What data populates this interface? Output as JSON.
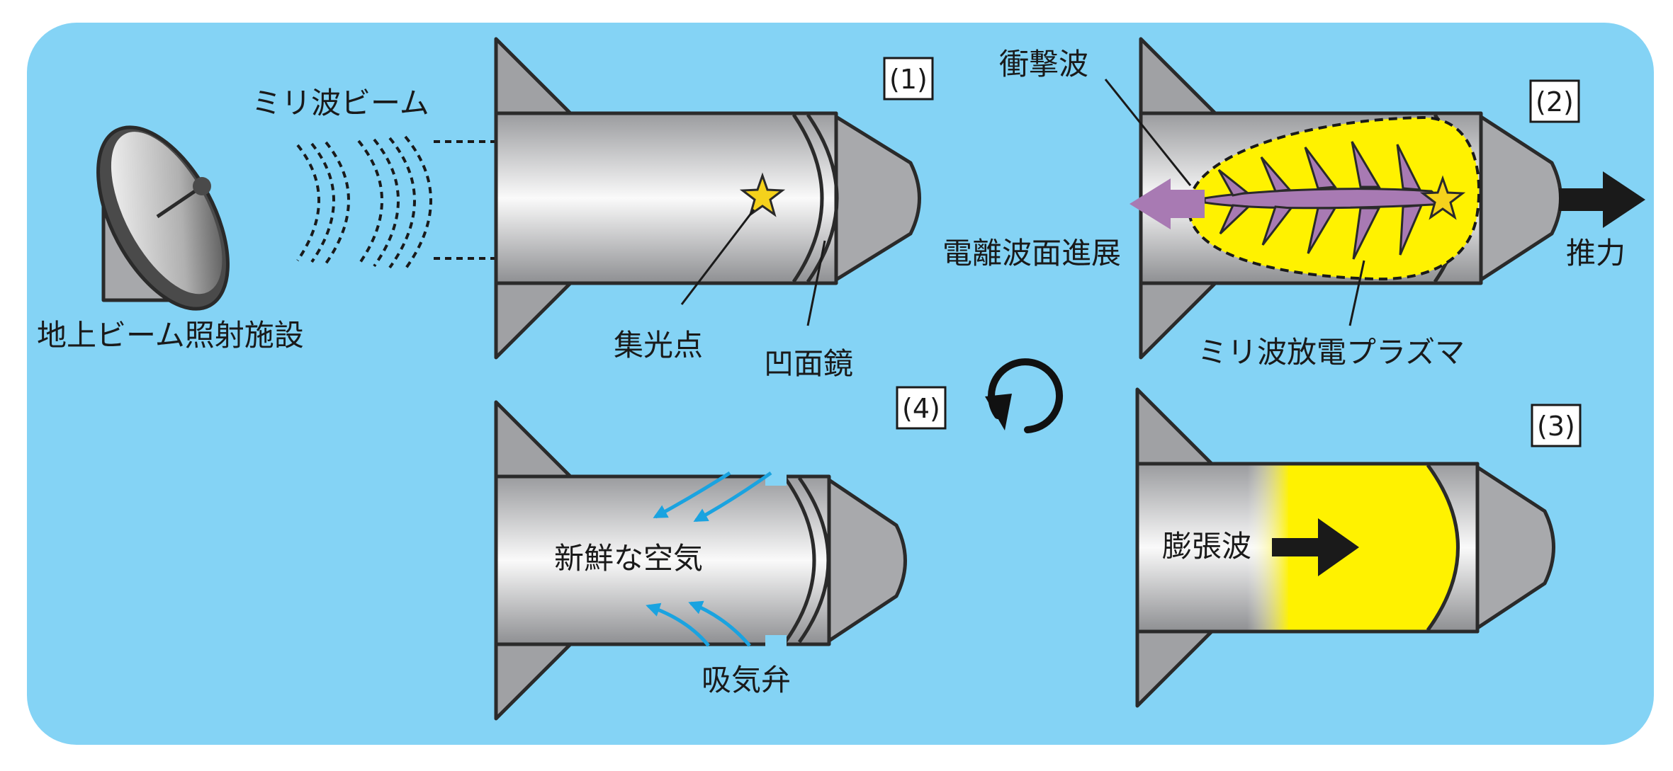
{
  "colors": {
    "background": "#84d3f5",
    "body_metal": "#c8c8c8",
    "fin": "#a0a1a4",
    "nose": "#a8a9ac",
    "plasma_glow": "#fff200",
    "plasma_filament": "#a87ab3",
    "ionization_arrow": "#a87ab3",
    "thrust_arrow": "#1a1a1a",
    "intake_arrow": "#1aa3e0",
    "focus_star": "#f5d21c"
  },
  "labels": {
    "beam": "ミリ波ビーム",
    "facility": "地上ビーム照射施設",
    "focal_point": "集光点",
    "concave_mirror": "凹面鏡",
    "shock_wave": "衝撃波",
    "ionization_front": "電離波面進展",
    "thrust": "推力",
    "plasma": "ミリ波放電プラズマ",
    "expansion_wave": "膨張波",
    "fresh_air": "新鮮な空気",
    "intake_valve": "吸気弁"
  },
  "steps": {
    "s1": "(1)",
    "s2": "(2)",
    "s3": "(3)",
    "s4": "(4)"
  },
  "icons": {
    "antenna": "satellite-dish-icon",
    "cycle": "cycle-arrow-icon",
    "focus": "star-icon"
  }
}
